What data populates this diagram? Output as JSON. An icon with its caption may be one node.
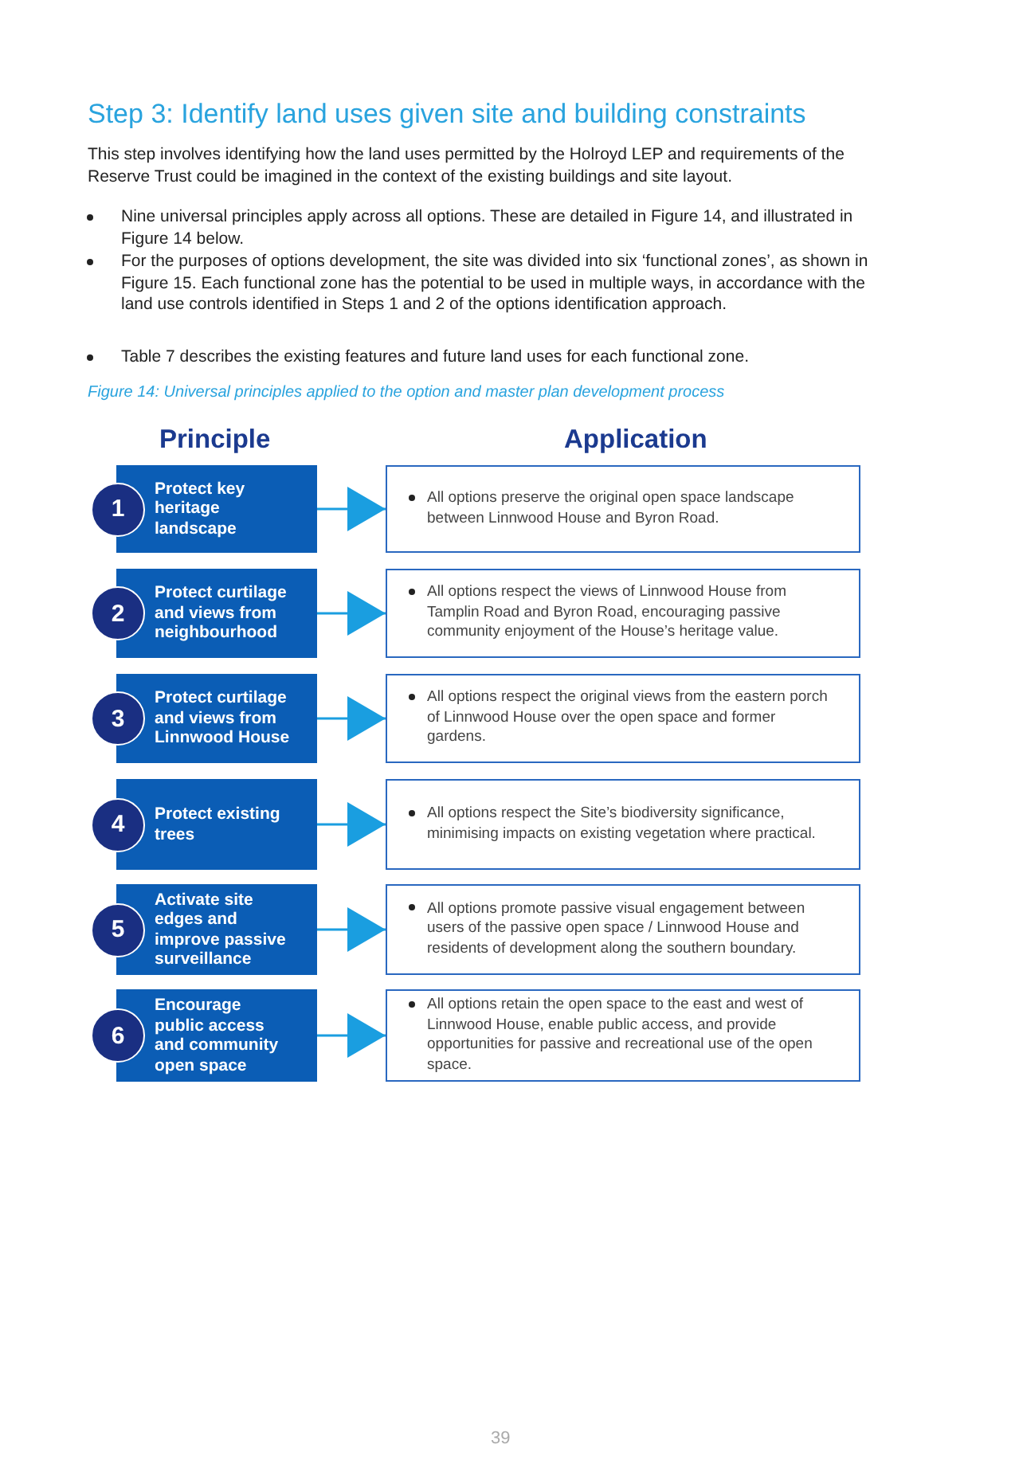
{
  "diagram": {
    "title": "Step 3: Identify land uses given site and building constraints",
    "caption": "Figure 14: Universal principles applied to the option and master plan development process",
    "nodes": [
      {
        "text": [
          "1"
        ]
      },
      {
        "text": [
          "Protect key heritage landscape"
        ]
      },
      {
        "text": [
          "All options preserve the original open space landscape between Linnwood House and Byron Road."
        ]
      },
      {
        "text": [
          "2"
        ]
      },
      {
        "text": [
          "Protect curtilage and views from neighbourhood"
        ]
      },
      {
        "text": [
          "All options respect the views of Linnwood House from Tamplin Road and Byron Road, encouraging passive community enjoyment of the House’s heritage value."
        ]
      },
      {
        "text": [
          "3"
        ]
      },
      {
        "text": [
          "Protect curtilage and views from Linnwood House"
        ]
      },
      {
        "text": [
          "All options respect the original views from the eastern porch of Linnwood House over the open space and former gardens."
        ]
      },
      {
        "text": [
          "4"
        ]
      },
      {
        "text": [
          "Protect existing trees"
        ]
      },
      {
        "text": [
          "All options respect the Site’s biodiversity significance, minimising impacts on existing vegetation where practical."
        ]
      },
      {
        "text": [
          "5"
        ]
      },
      {
        "text": [
          "Activate site edges and improve passive surveillance"
        ]
      },
      {
        "text": [
          "All options promote passive visual engagement between users of the passive open space / Linnwood House and residents of development along the southern boundary."
        ]
      },
      {
        "text": [
          "6"
        ]
      },
      {
        "text": [
          "Encourage public access and community  open space"
        ]
      },
      {
        "text": [
          "All options retain the open space to the east and west of Linnwood House, enable public access, and provide opportunities for passive and recreational use of the open space."
        ]
      }
    ],
    "edges": [
      {
        "from": 1,
        "to": 2,
        "arrow": "to"
      },
      {
        "from": 4,
        "to": 5,
        "arrow": "to"
      },
      {
        "from": 7,
        "to": 8,
        "arrow": "to"
      },
      {
        "from": 10,
        "to": 11,
        "arrow": "to"
      },
      {
        "from": 13,
        "to": 14,
        "arrow": "to"
      },
      {
        "from": 16,
        "to": 17,
        "arrow": "to"
      }
    ],
    "labels": [
      "This step involves identifying how the land uses permitted by the Holroyd LEP and requirements of the Reserve Trust could be imagined in the context of the existing buildings and site layout.",
      "Nine universal principles apply across all options. These are detailed in Figure 14, and illustrated in Figure 14 below.",
      "For the purposes of options development, the site was divided into six ‘functional zones’, as shown in Figure 15. Each functional zone has the potential to be used in multiple ways, in accordance with the land use controls identified in Steps 1 and 2 of the options identification approach.",
      "Table 7 describes the existing features and future land uses for each functional zone.",
      "Principle",
      "Application",
      "39"
    ]
  }
}
